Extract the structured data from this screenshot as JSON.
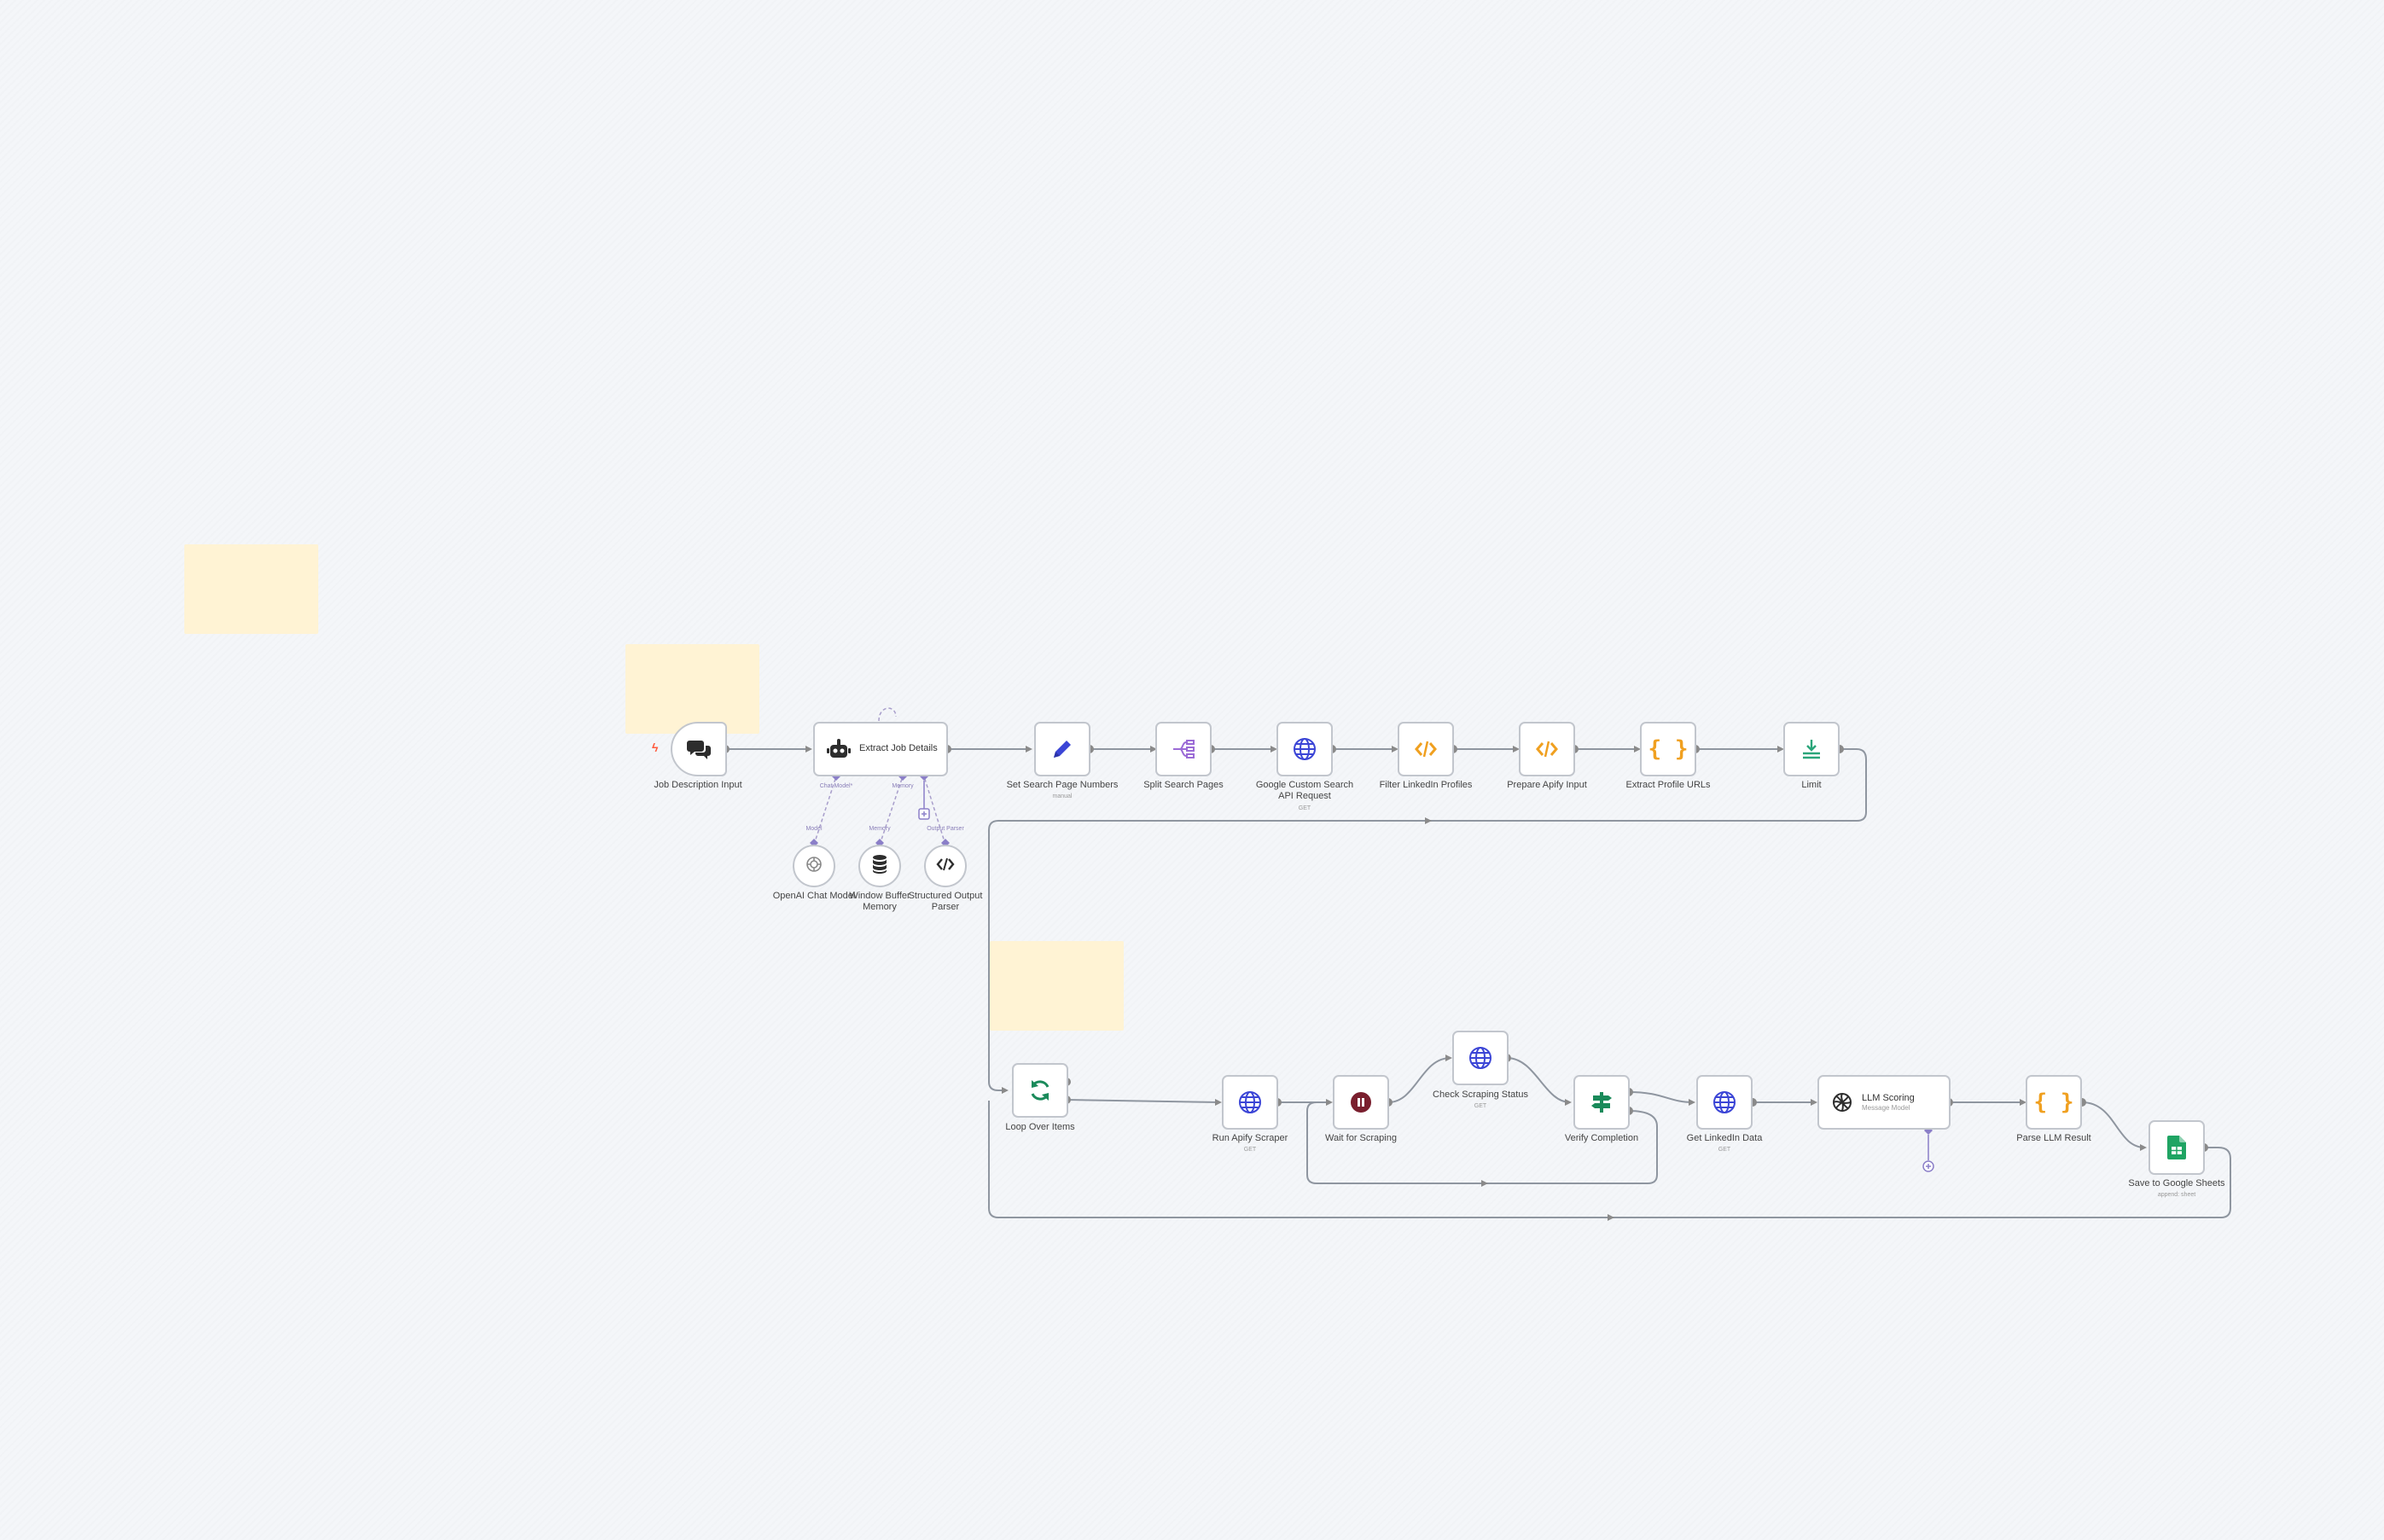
{
  "canvas": {
    "background": "#f4f6f9",
    "sticky_color": "#fff3d4"
  },
  "nodes": {
    "job_description_input": {
      "label": "Job Description Input",
      "icon": "chat-bubbles-icon"
    },
    "extract_job_details": {
      "label": "Extract Job Details",
      "icon": "robot-agent-icon"
    },
    "openai_chat_model": {
      "label": "OpenAI Chat Model",
      "icon": "openai-icon"
    },
    "window_buffer_memory": {
      "label": "Window Buffer Memory",
      "icon": "database-icon"
    },
    "structured_output_parser": {
      "label": "Structured Output Parser",
      "icon": "code-icon"
    },
    "set_search_page_numbers": {
      "label": "Set Search Page Numbers",
      "sub": "manual",
      "icon": "pencil-icon"
    },
    "split_search_pages": {
      "label": "Split Search Pages",
      "icon": "split-icon"
    },
    "google_custom_search": {
      "label": "Google Custom Search API Request",
      "sub": "GET",
      "icon": "globe-icon"
    },
    "filter_linkedin_profiles": {
      "label": "Filter LinkedIn Profiles",
      "icon": "code-icon"
    },
    "prepare_apify_input": {
      "label": "Prepare Apify Input",
      "icon": "code-icon"
    },
    "extract_profile_urls": {
      "label": "Extract Profile URLs",
      "icon": "braces-icon"
    },
    "limit": {
      "label": "Limit",
      "icon": "limit-icon"
    },
    "loop_over_items": {
      "label": "Loop Over Items",
      "icon": "loop-icon"
    },
    "run_apify_scraper": {
      "label": "Run Apify Scraper",
      "sub": "GET",
      "icon": "globe-icon"
    },
    "wait_for_scraping": {
      "label": "Wait for Scraping",
      "icon": "pause-icon"
    },
    "check_scraping_status": {
      "label": "Check Scraping Status",
      "sub": "GET",
      "icon": "globe-icon"
    },
    "verify_completion": {
      "label": "Verify Completion",
      "icon": "if-switch-icon"
    },
    "get_linkedin_data": {
      "label": "Get LinkedIn Data",
      "sub": "GET",
      "icon": "globe-icon"
    },
    "llm_scoring": {
      "label": "LLM Scoring",
      "sub": "Message Model",
      "icon": "openai-icon"
    },
    "parse_llm_result": {
      "label": "Parse LLM Result",
      "icon": "braces-icon"
    },
    "save_to_google_sheets": {
      "label": "Save to Google Sheets",
      "sub": "append: sheet",
      "icon": "google-sheets-icon"
    }
  },
  "connector_hints": {
    "chat_model": "Chat Model*",
    "memory": "Memory",
    "output_parser": "Output Parser",
    "model_badge": "Model",
    "memory_badge": "Memory",
    "parser_badge": "Output Parser"
  }
}
